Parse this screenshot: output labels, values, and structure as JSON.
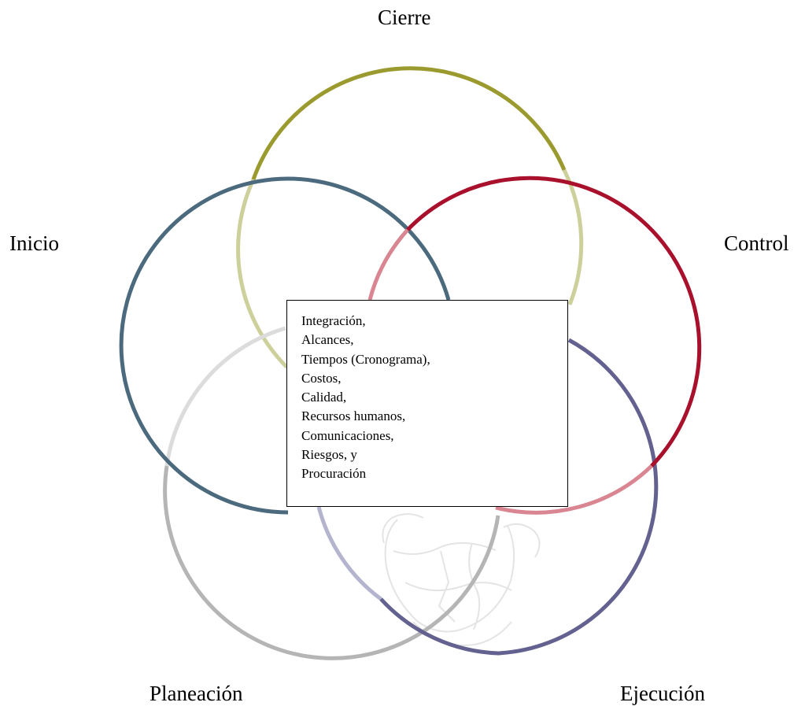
{
  "phases": {
    "cierre": "Cierre",
    "inicio": "Inicio",
    "control": "Control",
    "planeacion": "Planeación",
    "ejecucion": "Ejecución"
  },
  "colors": {
    "cierre": "#9a9a2e",
    "cierre_faded": "#cdd09a",
    "inicio": "#4b6a7d",
    "control": "#a8102c",
    "control_faded": "#d98592",
    "ejecucion": "#62618f",
    "ejecucion_faded": "#b4b4cf",
    "planeacion": "#b5b5b5",
    "planeacion_faded": "#dcdcdc"
  },
  "knowledge_areas": [
    "Integración,",
    "Alcances,",
    "Tiempos (Cronograma),",
    "Costos,",
    "Calidad,",
    "Recursos humanos,",
    "Comunicaciones,",
    "Riesgos, y",
    "Procuración"
  ]
}
